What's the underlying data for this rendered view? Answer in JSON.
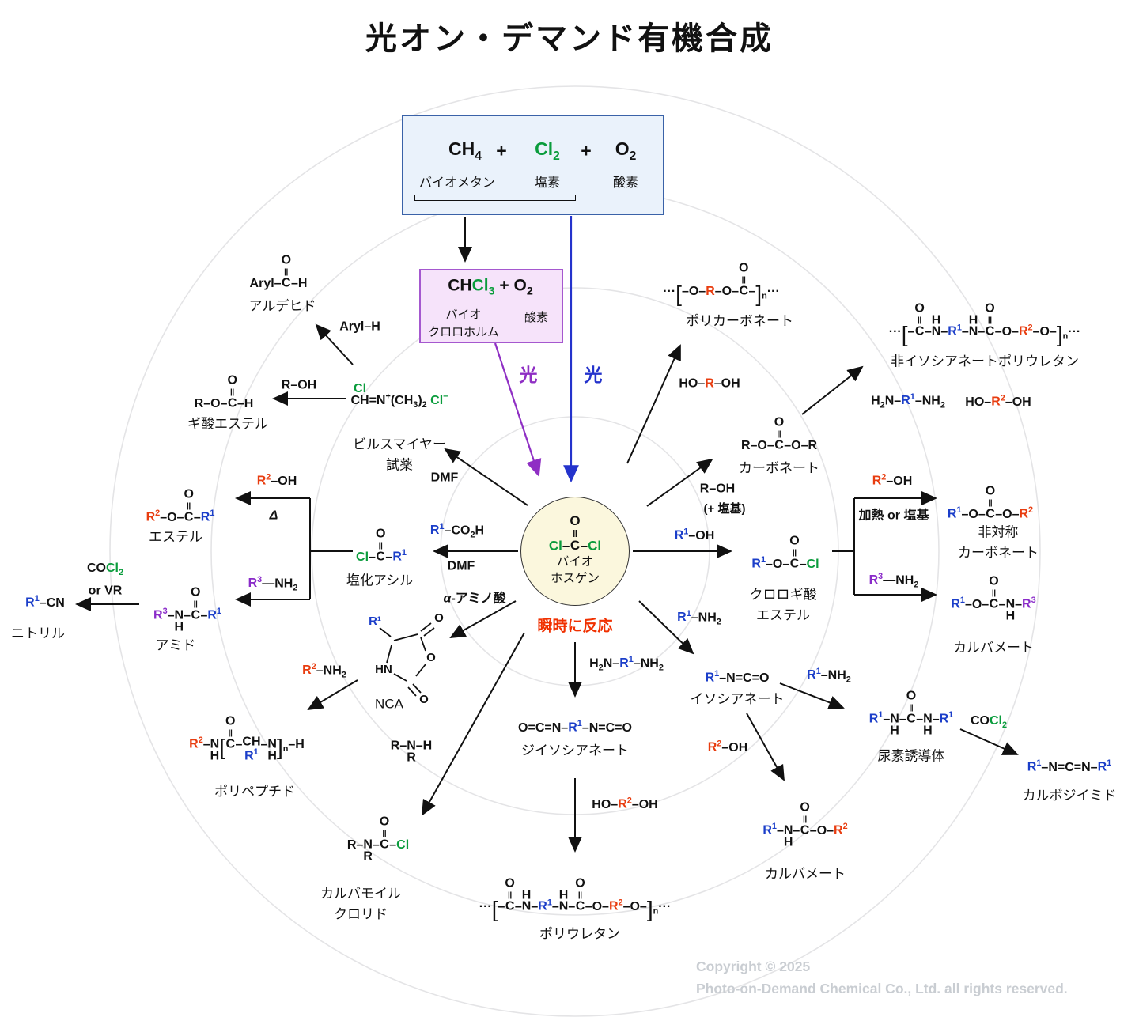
{
  "title": "光オン・デマンド有機合成",
  "boxes": {
    "feed": {
      "ch4": "CH<sub>4</sub>",
      "plus1": "+",
      "cl2": "<span class='cl'>Cl<sub>2</sub></span>",
      "plus2": "+",
      "o2": "O<sub>2</sub>",
      "label_ch4": "バイオメタン",
      "label_cl2": "塩素",
      "label_o2": "酸素"
    },
    "chloroform": {
      "formula": "CH<span class='cl'>Cl<sub>3</sub></span> + O<sub>2</sub>",
      "label1": "バイオ",
      "label2": "クロロホルム",
      "label_o2": "酸素"
    }
  },
  "light": {
    "blue": "光",
    "purple": "光"
  },
  "center": {
    "formula": "<span class='cl'>Cl</span>–<span class='up'>O<br><span class='db'>‖</span><br>C</span>–<span class='cl'>Cl</span>",
    "name1": "バイオ",
    "name2": "ホスゲン",
    "instant": "瞬時に反応"
  },
  "structures": {
    "aldehyde": {
      "formula": "Aryl–<span class='up'>O<br><span class='db'>‖</span><br>C</span>–H",
      "label": "アルデヒド"
    },
    "formate_ester": {
      "formula": "R–O–<span class='up'>O<br><span class='db'>‖</span><br>C</span>–H",
      "label": "ギ酸エステル"
    },
    "vilsmeier": {
      "formula": "<span class='up'><span class='cl'>Cl</span><br>CH</span>=N<sup>+</sup>(CH<sub>3</sub>)<sub>2</sub>&nbsp;<span class='cl'>Cl<sup>−</sup></span>",
      "label": "ビルスマイヤー<br>試薬"
    },
    "ester": {
      "formula": "<span class='r2'>R<sup>2</sup></span>–O–<span class='up'>O<br><span class='db'>‖</span><br>C</span>–<span class='r1'>R<sup>1</sup></span>",
      "label": "エステル"
    },
    "acyl_chloride": {
      "formula": "<span class='cl'>Cl</span>–<span class='up'>O<br><span class='db'>‖</span><br>C</span>–<span class='r1'>R<sup>1</sup></span>",
      "label": "塩化アシル"
    },
    "amide": {
      "formula": "<span class='r3'>R<sup>3</sup></span>–<span class='dn'>N<br>H</span>–<span class='up'>O<br><span class='db'>‖</span><br>C</span>–<span class='r1'>R<sup>1</sup></span>",
      "label": "アミド"
    },
    "nitrile": {
      "formula": "<span class='r1'>R<sup>1</sup></span>–CN",
      "label": "ニトリル"
    },
    "nca": {
      "label": "NCA",
      "r1": "R¹",
      "hn": "HN",
      "o_ring": "O",
      "o_top": "O",
      "o_bottom": "O"
    },
    "polypeptide": {
      "formula": "<span class='r2'>R<sup>2</sup></span>–<span class='dn'>N<br>H</span><span class='pbr'>[</span><span class='up'>O<br><span class='db'>‖</span><br>C</span>–<span class='dn'>CH<br><span class='r1'>R<sup>1</sup></span></span>–<span class='dn'>N<br>H</span><span class='pbr'>]</span><sub>n</sub>–H",
      "label": "ポリペプチド"
    },
    "amine": {
      "formula": "R–<span class='dn'>N<br>R</span>–H"
    },
    "carbamoyl_chloride": {
      "formula": "R–<span class='dn'>N<br>R</span>–<span class='up'>O<br><span class='db'>‖</span><br>C</span>–<span class='cl'>Cl</span>",
      "label": "カルバモイル<br>クロリド"
    },
    "polyurethane": {
      "formula": "···<span class='pbr'>[</span>–<span class='up'>O<br><span class='db'>‖</span><br>C</span>–<span class='up'>H<br>N</span>–<span class='r1'>R<sup>1</sup></span>–<span class='up'>H<br>N</span>–<span class='up'>O<br><span class='db'>‖</span><br>C</span>–O–<span class='r2'>R<sup>2</sup></span>–O–<span class='pbr'>]</span><sub>n</sub>···",
      "label": "ポリウレタン"
    },
    "diisocyanate": {
      "formula": "O=C=N–<span class='r1'>R<sup>1</sup></span>–N=C=O",
      "label": "ジイソシアネート"
    },
    "isocyanate": {
      "formula": "<span class='r1'>R<sup>1</sup></span>–N=C=O",
      "label": "イソシアネート"
    },
    "urea": {
      "formula": "<span class='r1'>R<sup>1</sup></span>–<span class='dn'>N<br>H</span>–<span class='up'>O<br><span class='db'>‖</span><br>C</span>–<span class='dn'>N<br>H</span>–<span class='r1'>R<sup>1</sup></span>",
      "label": "尿素誘導体"
    },
    "carbodiimide": {
      "formula": "<span class='r1'>R<sup>1</sup></span>–N=C=N–<span class='r1'>R<sup>1</sup></span>",
      "label": "カルボジイミド"
    },
    "carbamate_bottom": {
      "formula": "<span class='r1'>R<sup>1</sup></span>–<span class='dn'>N<br>H</span>–<span class='up'>O<br><span class='db'>‖</span><br>C</span>–O–<span class='r2'>R<sup>2</sup></span>",
      "label": "カルバメート"
    },
    "chloroformate": {
      "formula": "<span class='r1'>R<sup>1</sup></span>–O–<span class='up'>O<br><span class='db'>‖</span><br>C</span>–<span class='cl'>Cl</span>",
      "label": "クロロギ酸<br>エステル"
    },
    "asym_carbonate": {
      "formula": "<span class='r1'>R<sup>1</sup></span>–O–<span class='up'>O<br><span class='db'>‖</span><br>C</span>–O–<span class='r2'>R<sup>2</sup></span>",
      "label": "非対称<br>カーボネート"
    },
    "carbamate_right": {
      "formula": "<span class='r1'>R<sup>1</sup></span>–O–<span class='up'>O<br><span class='db'>‖</span><br>C</span>–<span class='dn'>N<br>H</span>–<span class='r3'>R<sup>3</sup></span>",
      "label": "カルバメート"
    },
    "carbonate": {
      "formula": "R–O–<span class='up'>O<br><span class='db'>‖</span><br>C</span>–O–R",
      "label": "カーボネート"
    },
    "polycarbonate": {
      "formula": "···<span class='pbr'>[</span>–O–<span class='rr'>R</span>–O–<span class='up'>O<br><span class='db'>‖</span><br>C</span>–<span class='pbr'>]</span><sub>n</sub>···",
      "label": "ポリカーボネート"
    },
    "nipu": {
      "formula": "···<span class='pbr'>[</span>–<span class='up'>O<br><span class='db'>‖</span><br>C</span>–<span class='up'>H<br>N</span>–<span class='r1'>R<sup>1</sup></span>–<span class='up'>H<br>N</span>–<span class='up'>O<br><span class='db'>‖</span><br>C</span>–O–<span class='r2'>R<sup>2</sup></span>–O–<span class='pbr'>]</span><sub>n</sub>···",
      "label": "非イソシアネートポリウレタン"
    }
  },
  "reagents": {
    "ho_r_oh": "HO–<span class='rr'>R</span>–OH",
    "r_oh": "R–OH",
    "plus_base": "(+ 塩基)",
    "r1_oh": "<span class='r1'>R<sup>1</sup></span>–OH",
    "r2_oh": "<span class='r2'>R<sup>2</sup></span>–OH",
    "heat_or_base": "加熱 or 塩基",
    "r3_nh2": "<span class='r3'>R<sup>3</sup></span>—NH<sub>2</sub>",
    "r1_nh2": "<span class='r1'>R<sup>1</sup></span>–NH<sub>2</sub>",
    "h2n_r1_nh2": "H<sub>2</sub>N–<span class='r1'>R<sup>1</sup></span>–NH<sub>2</sub>",
    "ho_r2_oh": "HO–<span class='r2'>R<sup>2</sup></span>–OH",
    "cocl2": "CO<span class='cl'>Cl<sub>2</sub></span>",
    "or_vr": "or VR",
    "r1_co2h": "<span class='r1'>R<sup>1</sup></span>–CO<sub>2</sub>H",
    "dmf": "DMF",
    "alpha_amino_acid": "<i>α</i>-アミノ酸",
    "r2_nh2": "<span class='r2'>R<sup>2</sup></span>–NH<sub>2</sub>",
    "aryl_h": "Aryl–H",
    "delta": "<i>Δ</i>"
  },
  "copyright": {
    "line1": "Copyright © 2025",
    "line2": "Photo-on-Demand Chemical Co., Ltd. all rights reserved."
  }
}
